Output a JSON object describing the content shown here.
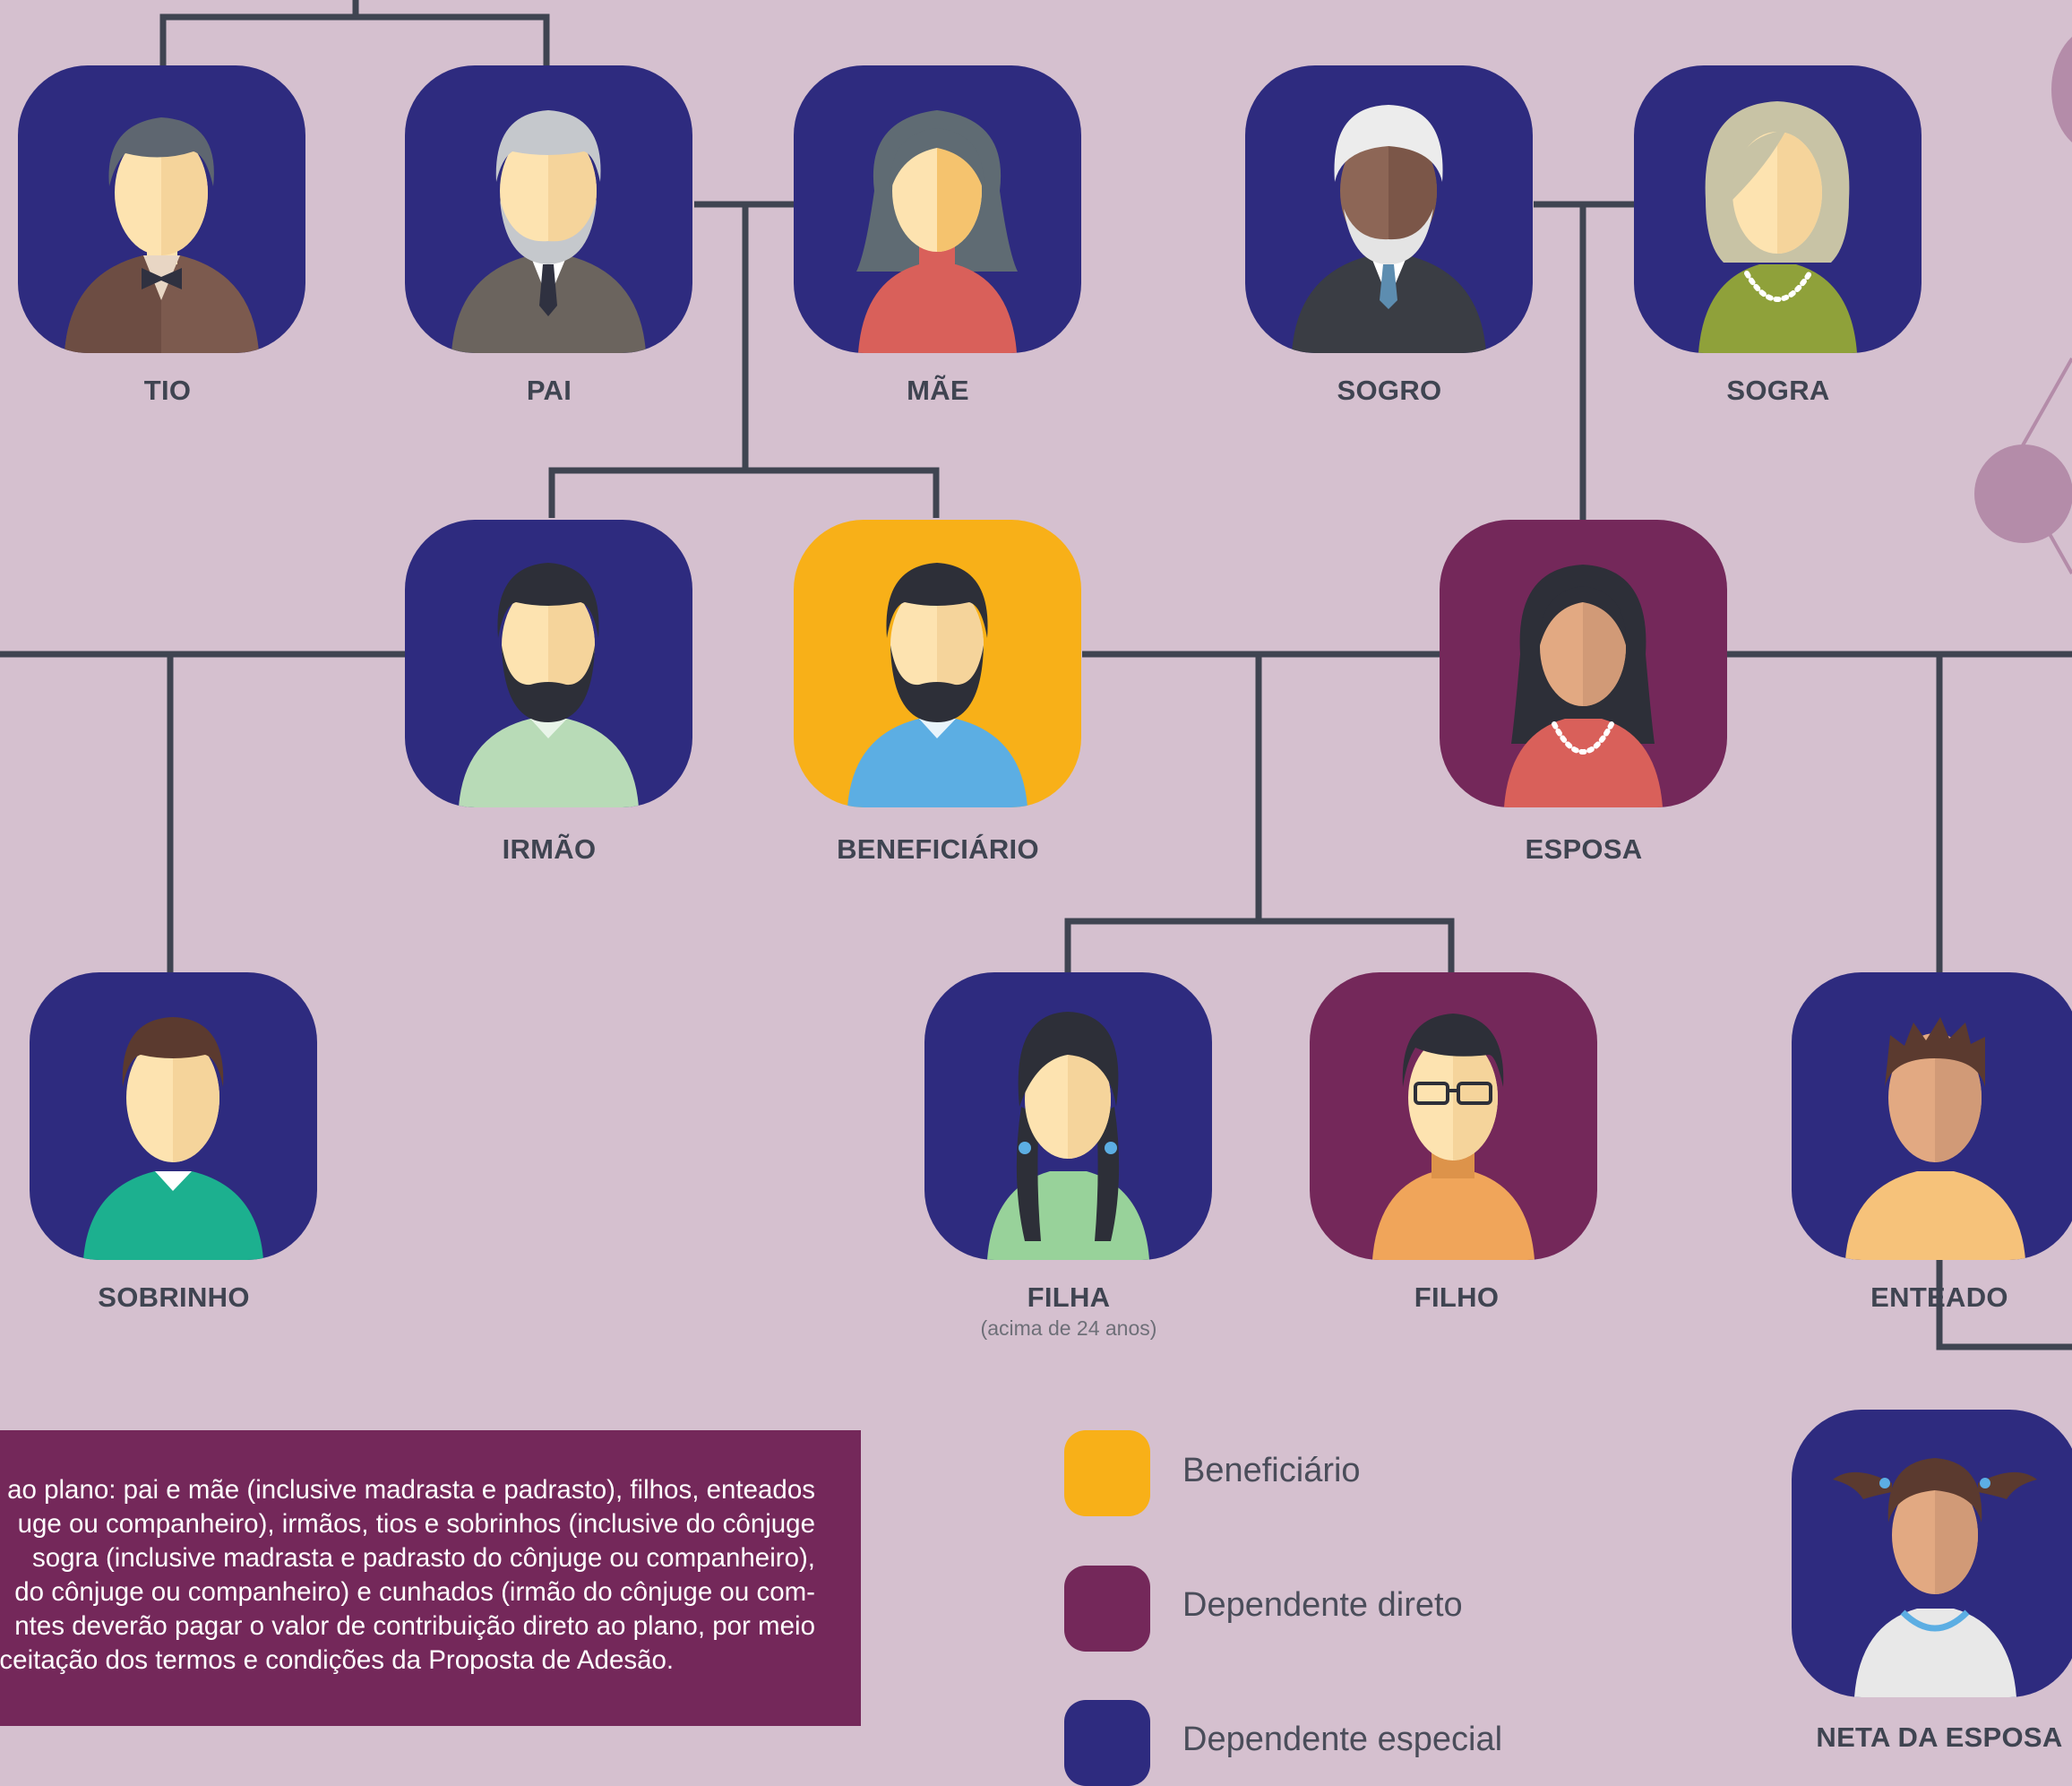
{
  "colors": {
    "background": "#d5c0cf",
    "line": "#3f4451",
    "beneficiario": "#f8b018",
    "dependente_direto": "#74285a",
    "dependente_especial": "#2e2b7f"
  },
  "members": {
    "tio": {
      "label": "TIO",
      "category": "dependente_especial"
    },
    "pai": {
      "label": "PAI",
      "category": "dependente_especial"
    },
    "mae": {
      "label": "MÃE",
      "category": "dependente_especial"
    },
    "sogro": {
      "label": "SOGRO",
      "category": "dependente_especial"
    },
    "sogra": {
      "label": "SOGRA",
      "category": "dependente_especial"
    },
    "irmao": {
      "label": "IRMÃO",
      "category": "dependente_especial"
    },
    "beneficiario": {
      "label": "BENEFICIÁRIO",
      "category": "beneficiario"
    },
    "esposa": {
      "label": "ESPOSA",
      "category": "dependente_direto"
    },
    "sobrinho": {
      "label": "SOBRINHO",
      "category": "dependente_especial"
    },
    "filha": {
      "label": "FILHA",
      "note": "(acima de 24 anos)",
      "category": "dependente_especial"
    },
    "filho": {
      "label": "FILHO",
      "category": "dependente_direto"
    },
    "enteado": {
      "label": "ENTEADO",
      "category": "dependente_especial"
    },
    "neta_esposa": {
      "label": "NETA DA ESPOSA",
      "category": "dependente_especial"
    }
  },
  "info_box": {
    "lines": [
      "r ao plano: pai e mãe (inclusive madrasta e padrasto), filhos, enteados",
      "uge ou companheiro), irmãos, tios e sobrinhos (inclusive do cônjuge",
      " sogra (inclusive madrasta e padrasto do cônjuge ou companheiro),",
      "do cônjuge ou companheiro) e cunhados (irmão do cônjuge ou com-",
      "ntes deverão pagar o valor de contribuição direto ao plano, por meio",
      "aceitação dos termos e condições da Proposta de Adesão."
    ]
  },
  "legend": {
    "beneficiario": "Beneficiário",
    "dependente_direto": "Dependente direto",
    "dependente_especial": "Dependente especial"
  }
}
